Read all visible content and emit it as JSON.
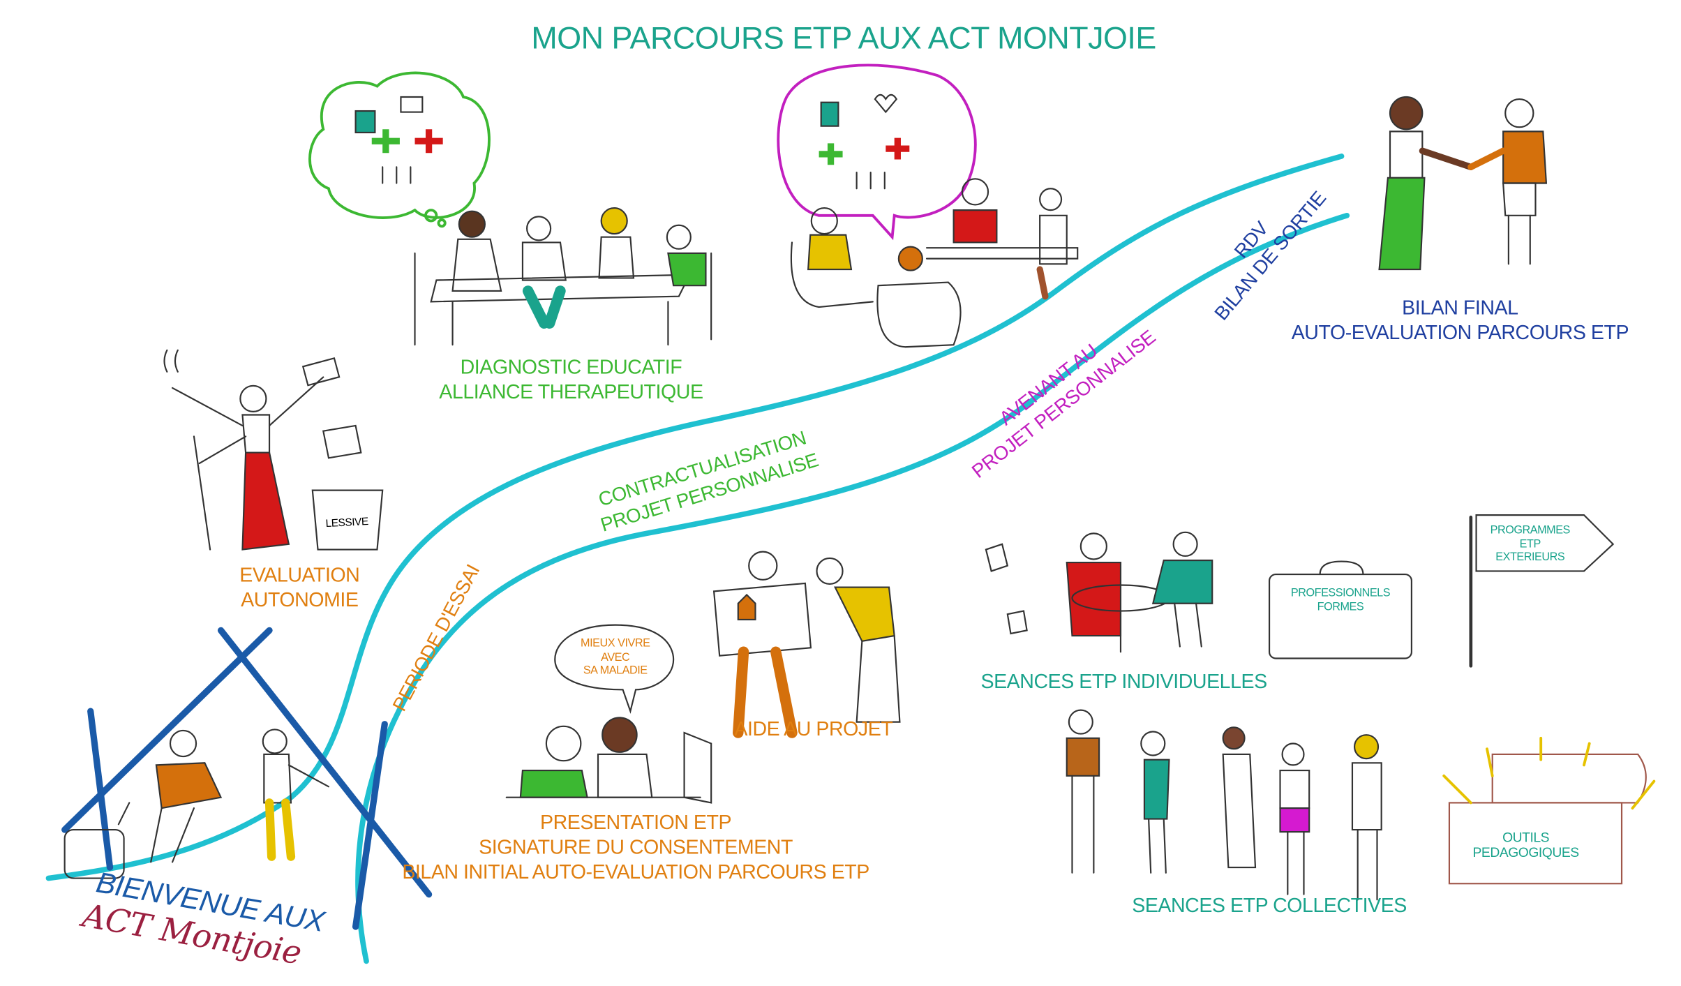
{
  "title": "MON PARCOURS ETP AUX ACT MONTJOIE",
  "colors": {
    "teal": "#1aa38c",
    "green": "#3cb832",
    "blue": "#1f3fa0",
    "orange": "#e07f10",
    "magenta": "#c21fbf",
    "road": "#1fc0d0",
    "house": "#1a5aa8",
    "brand": "#9b2040"
  },
  "welcome": {
    "line1": "BIENVENUE AUX",
    "line2": "ACT Montjoie"
  },
  "stages": {
    "evaluation": {
      "line1": "EVALUATION",
      "line2": "AUTONOMIE",
      "prop_label": "LESSIVE"
    },
    "diagnostic": {
      "line1": "DIAGNOSTIC EDUCATIF",
      "line2": "ALLIANCE THERAPEUTIQUE"
    },
    "bilan_final": {
      "line1": "BILAN FINAL",
      "line2": "AUTO-EVALUATION PARCOURS ETP"
    },
    "presentation": {
      "line1": "PRESENTATION ETP",
      "line2": "SIGNATURE DU CONSENTEMENT",
      "line3": "BILAN INITIAL AUTO-EVALUATION PARCOURS ETP",
      "bubble": [
        "MIEUX VIVRE",
        "AVEC",
        "SA MALADIE"
      ]
    },
    "aide_projet": {
      "line1": "AIDE AU PROJET"
    },
    "seances_individuelles": {
      "line1": "SEANCES ETP INDIVIDUELLES",
      "briefcase": [
        "PROFESSIONNELS",
        "FORMES"
      ],
      "signpost": [
        "PROGRAMMES",
        "ETP",
        "EXTERIEURS"
      ]
    },
    "seances_collectives": {
      "line1": "SEANCES ETP COLLECTIVES",
      "chest": [
        "OUTILS",
        "PEDAGOGIQUES"
      ]
    }
  },
  "road": {
    "periode": "PERIODE D'ESSAI",
    "contract": {
      "line1": "CONTRACTUALISATION",
      "line2": "PROJET PERSONNALISE"
    },
    "avenant": {
      "line1": "AVENANT AU",
      "line2": "PROJET PERSONNALISE"
    },
    "rdv": {
      "line1": "RDV",
      "line2": "BILAN DE SORTIE"
    }
  }
}
